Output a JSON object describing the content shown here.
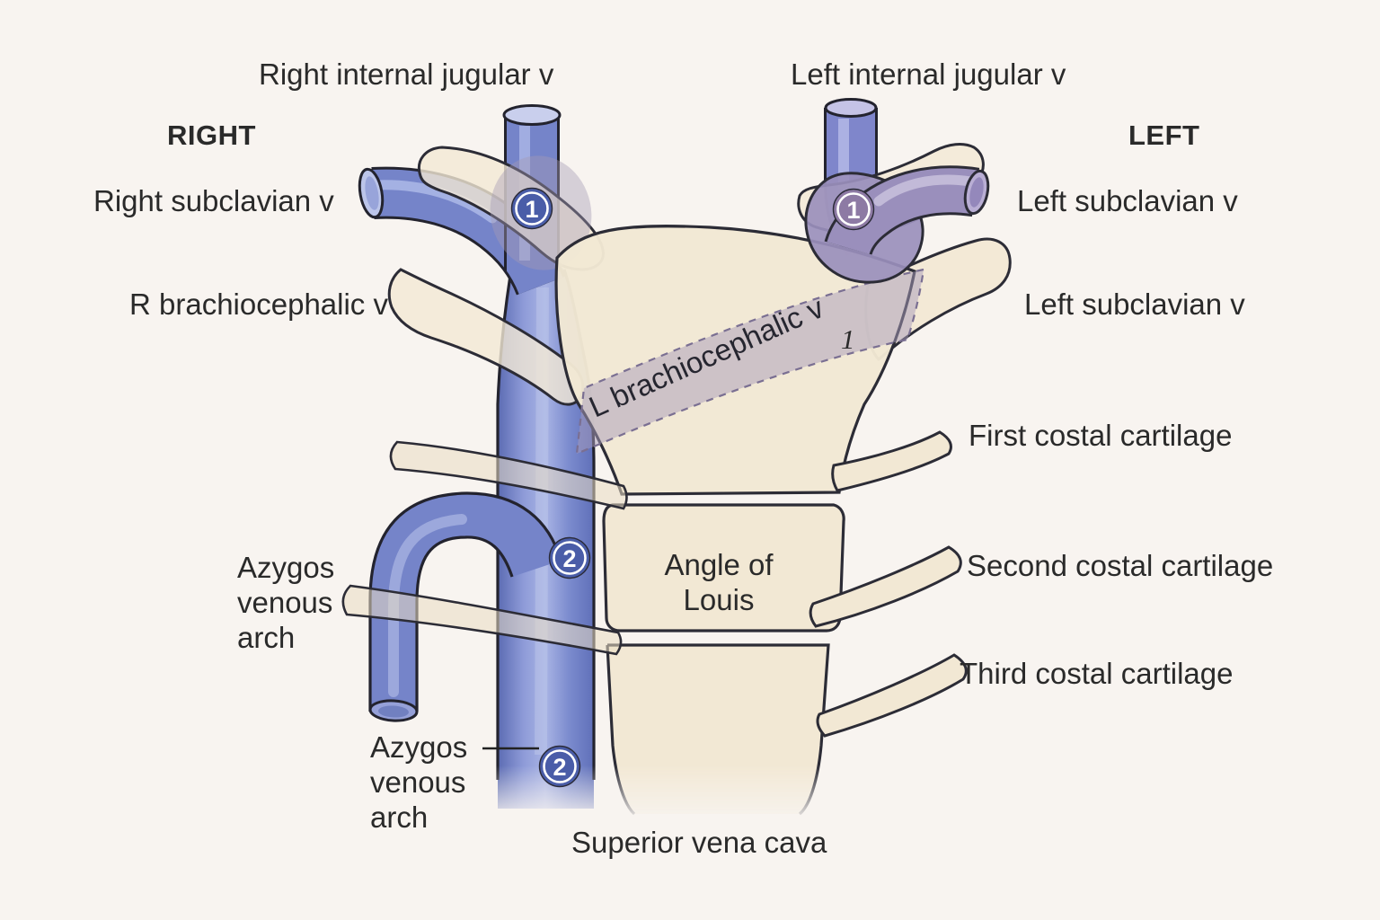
{
  "figure": {
    "description": "Anatomical diagram of central veins behind the sternum with costal cartilages",
    "side_headers": {
      "right": "RIGHT",
      "left": "LEFT"
    },
    "vessel_labels": {
      "right_internal_jugular": "Right internal jugular v",
      "left_internal_jugular": "Left internal jugular v",
      "right_subclavian": "Right subclavian v",
      "left_subclavian_upper": "Left subclavian v",
      "r_brachiocephalic": "R brachiocephalic v",
      "left_subclavian_lower": "Left subclavian v",
      "l_brachiocephalic_band": "L brachiocephalic v",
      "azygos_upper": "Azygos venous arch",
      "azygos_lower": "Azygos venous arch",
      "superior_vena_cava": "Superior vena cava"
    },
    "bone_labels": {
      "first_costal_cartilage": "First costal cartilage",
      "second_costal_cartilage": "Second costal cartilage",
      "third_costal_cartilage": "Third costal cartilage",
      "angle_of_louis": "Angle of Louis",
      "rib_number": "1"
    },
    "badges": {
      "b1_right": "1",
      "b1_left": "1",
      "b2_upper": "2",
      "b2_lower": "2"
    },
    "colors": {
      "background": "#f8f4f0",
      "text": "#2a2a2a",
      "outline": "#2c2c36",
      "vein_blue": "#7584c9",
      "vein_blue_highlight": "#adb8e7",
      "vein_purple": "#9a8fbc",
      "bone": "#f2e8d4",
      "translucent_lavender": "#a49bb6",
      "badge_blue": "#4a5da8",
      "badge_purple": "#8d7aa4"
    }
  }
}
